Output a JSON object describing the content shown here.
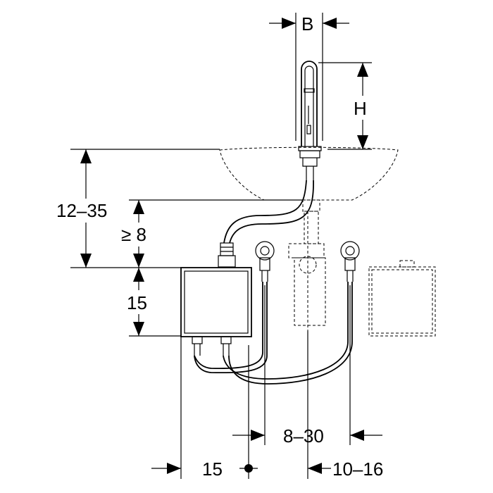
{
  "dimensions": {
    "width_b": "B",
    "height_h": "H",
    "range_12_35": "12–35",
    "min_8": "≥ 8",
    "box_15": "15",
    "range_8_30": "8–30",
    "bottom_15": "15",
    "range_10_16": "10–16"
  }
}
